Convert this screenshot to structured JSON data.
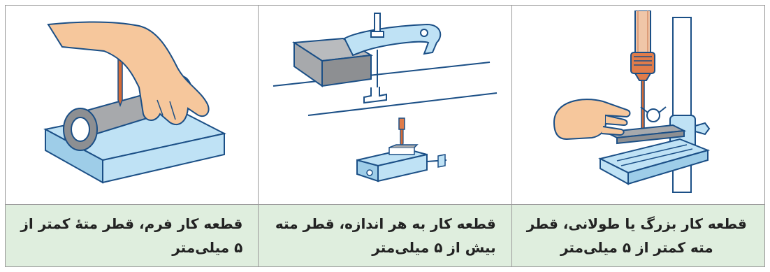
{
  "table": {
    "cells": [
      {
        "figure_icon": "drill-press-long-workpiece-illustration",
        "caption": "قطعه کار بزرگ یا طولانی، قطر مته کمتر از ۵ میلی‌متر"
      },
      {
        "figure_icon": "clamped-workpiece-and-vise-illustration",
        "caption": "قطعه کار به هر اندازه، قطر مته بیش از ۵ میلی‌متر"
      },
      {
        "figure_icon": "vblock-shaped-workpiece-illustration",
        "caption": "قطعه کار فرم، قطر متهٔ کمتر از ۵ میلی‌متر"
      }
    ]
  },
  "colors": {
    "caption_background": "#dfeede",
    "fixture_blue": "#bfe2f5",
    "outline": "#1b4f86",
    "skin": "#f6c79c",
    "drill_copper": "#d56a35",
    "workpiece_gray": "#a7a9ac"
  }
}
